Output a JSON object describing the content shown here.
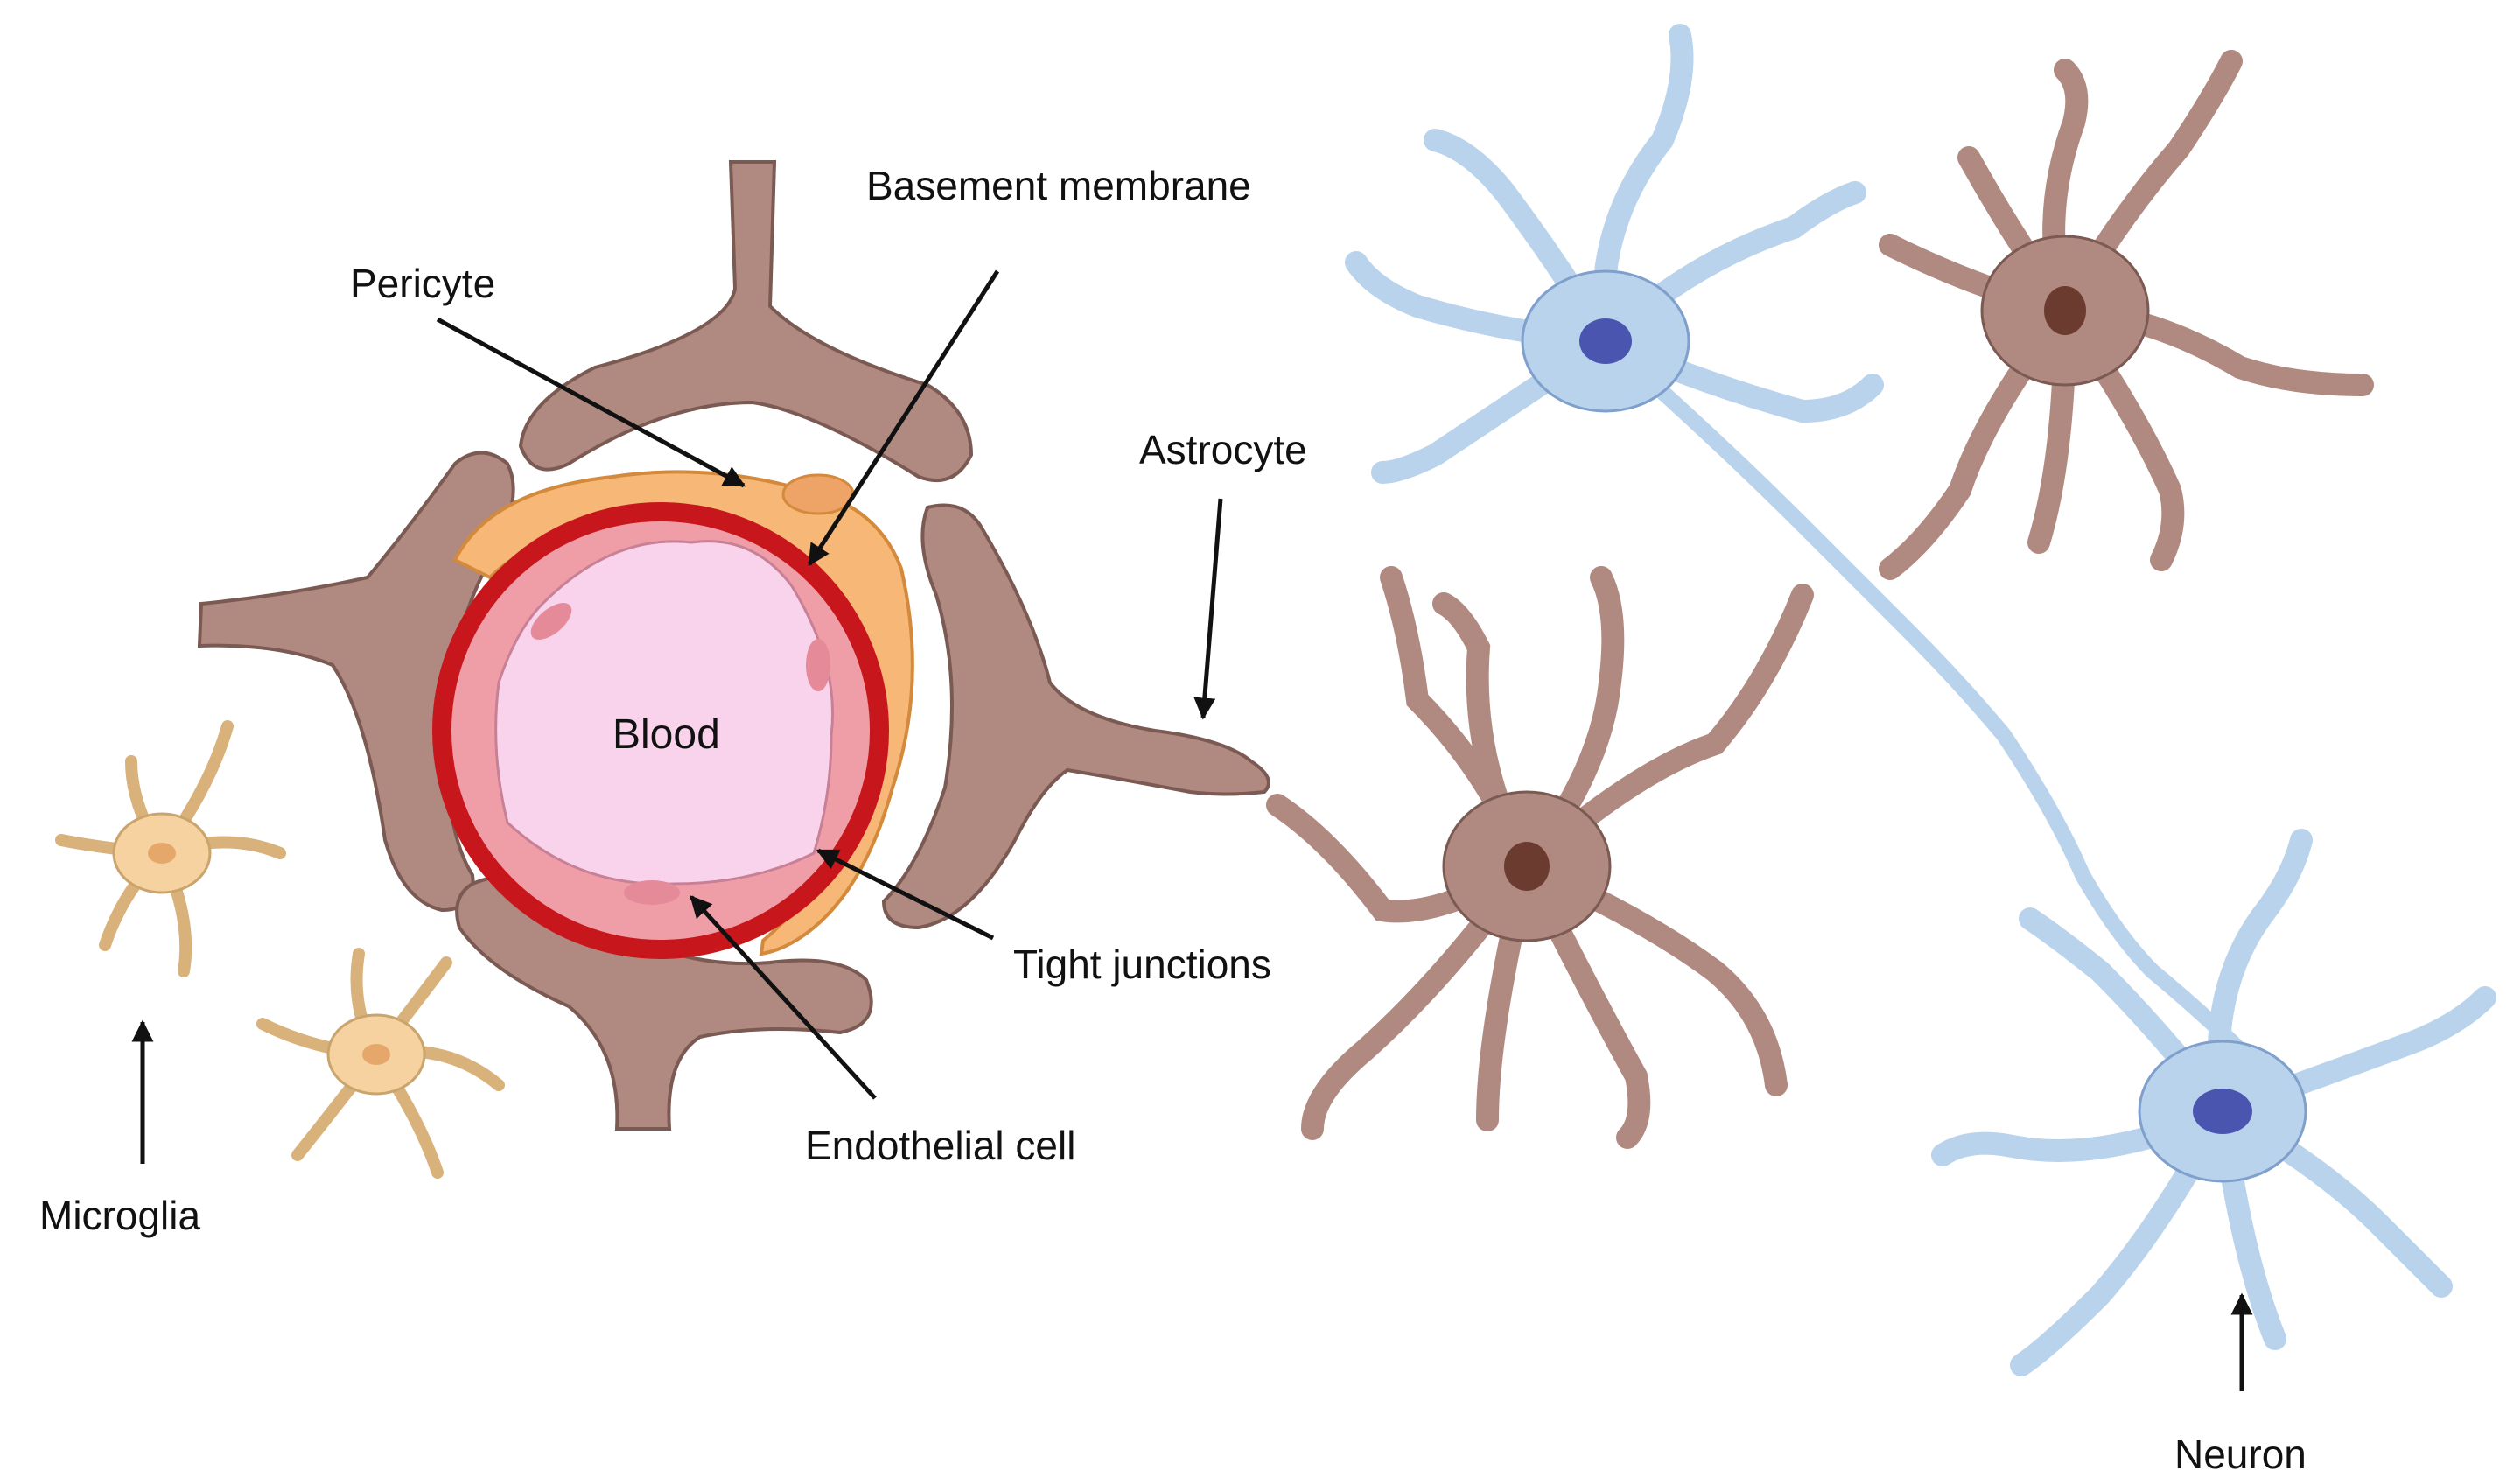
{
  "labels": {
    "basement_membrane": "Basement membrane",
    "pericyte": "Pericyte",
    "astrocyte": "Astrocyte",
    "blood": "Blood",
    "tight_junctions": "Tight junctions",
    "endothelial_cell": "Endothelial cell",
    "microglia": "Microglia",
    "neuron": "Neuron"
  },
  "colors": {
    "astrocyte_fill": "#b08a80",
    "astrocyte_stroke": "#7a5a52",
    "neuron_fill": "#b9d3ec",
    "neuron_stroke": "#7f9fcc",
    "neuron_nucleus": "#4a55b0",
    "microglia_fill": "#f5d2a0",
    "microglia_stroke": "#c9a46c",
    "pericyte_fill": "#f6b777",
    "basement_membrane": "#c8171c",
    "endothelial_fill": "#ef9ea8",
    "blood_fill": "#f9d3ec"
  },
  "icons": {
    "astrocyte": "astrocyte-cell-icon",
    "neuron": "neuron-cell-icon",
    "microglia": "microglia-cell-icon"
  }
}
